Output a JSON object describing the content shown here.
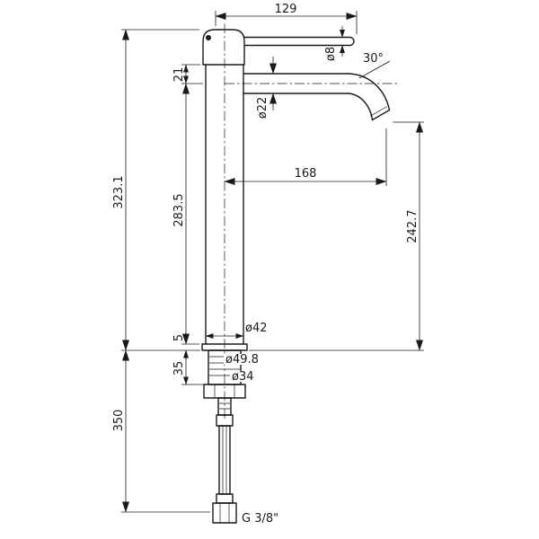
{
  "drawing": {
    "type": "technical-dimension-drawing",
    "subject": "tall single-lever basin mixer faucet, side view",
    "labels": {
      "lever_length": "129",
      "handle_diameter": "ø8",
      "spout_angle": "30°",
      "neck_height": "21",
      "spout_diameter": "ø22",
      "spout_reach": "168",
      "overall_height": "323.1",
      "body_height": "283.5",
      "outlet_height": "242.7",
      "body_diameter": "ø42",
      "base_ring_height": "5",
      "base_diameter": "ø49.8",
      "shank_height": "35",
      "shank_diameter": "ø34",
      "hose_length": "350",
      "connection_thread": "G 3/8\""
    },
    "colors": {
      "line": "#1a1a1a",
      "background": "#ffffff"
    }
  }
}
